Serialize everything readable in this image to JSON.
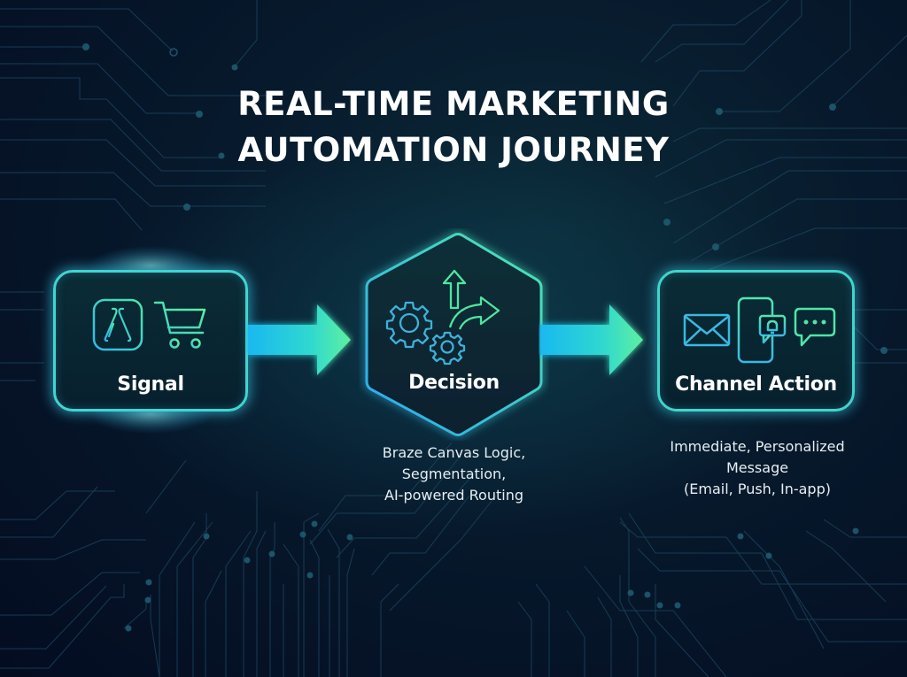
{
  "title": {
    "line1": "REAL-TIME MARKETING",
    "line2": "AUTOMATION JOURNEY"
  },
  "colors": {
    "background": "#07192c",
    "accent_cyan": "#2fb8f0",
    "accent_green": "#4ee6a0",
    "node_border": "#3fd6d0",
    "text": "#ffffff"
  },
  "nodes": [
    {
      "id": "signal",
      "label": "Signal",
      "shape": "rounded-rectangle",
      "icons": [
        "app-store-icon",
        "shopping-cart-icon"
      ]
    },
    {
      "id": "decision",
      "label": "Decision",
      "shape": "hexagon",
      "icons": [
        "gears-icon",
        "branching-arrows-icon"
      ],
      "caption": [
        "Braze Canvas Logic,",
        "Segmentation,",
        "AI-powered Routing"
      ]
    },
    {
      "id": "channel_action",
      "label": "Channel Action",
      "shape": "rounded-rectangle",
      "icons": [
        "email-icon",
        "mobile-notification-icon",
        "chat-bubble-icon"
      ],
      "caption": [
        "Immediate, Personalized",
        "Message",
        "(Email, Push, In-app)"
      ]
    }
  ],
  "edges": [
    {
      "from": "signal",
      "to": "decision",
      "icon": "arrow-right-icon"
    },
    {
      "from": "decision",
      "to": "channel_action",
      "icon": "arrow-right-icon"
    }
  ]
}
